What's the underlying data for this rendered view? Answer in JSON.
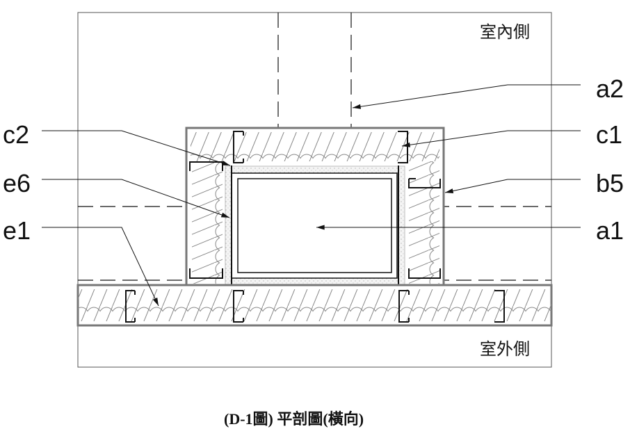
{
  "zones": {
    "indoor": "室內側",
    "outdoor": "室外側"
  },
  "labels_right": {
    "a2": "a2",
    "c1": "c1",
    "b5": "b5",
    "a1": "a1"
  },
  "labels_left": {
    "c2": "c2",
    "e6": "e6",
    "e1": "e1"
  },
  "caption": "(D-1圖) 平剖圖(橫向)",
  "colors": {
    "line": "#111111",
    "board": "#bdbdbd",
    "insulation": "#888888"
  }
}
